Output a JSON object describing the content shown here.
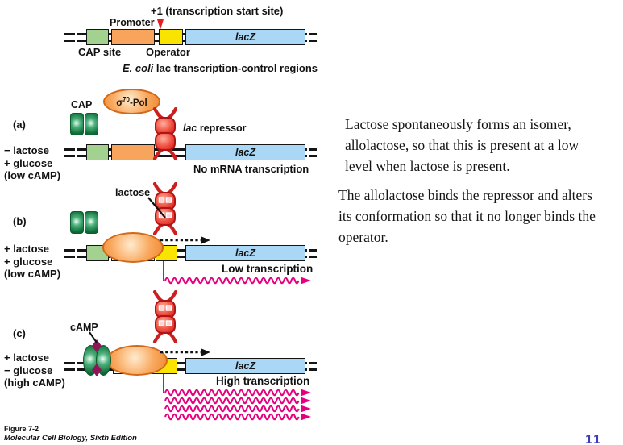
{
  "colors": {
    "cap_site_box": "#a3d18f",
    "promoter_box": "#f9a45c",
    "operator_box": "#f8e400",
    "gene_box": "#a9d7f5",
    "cap_protein": "#13773d",
    "polymerase": "#f79b4a",
    "repressor": "#e53a2e",
    "camp": "#8e1556",
    "mrna": "#e6007e",
    "start_arrow": "#e32020",
    "page_number": "#3b3bbb"
  },
  "top_diagram": {
    "start_site": "+1 (transcription start site)",
    "promoter": "Promoter",
    "cap_site": "CAP site",
    "operator": "Operator",
    "gene": "lacZ",
    "caption_italic": "E. coli",
    "caption_rest": " lac transcription-control regions"
  },
  "sections": {
    "a": {
      "letter": "(a)",
      "conditions": [
        "− lactose",
        "+ glucose",
        "(low cAMP)"
      ],
      "cap_label": "CAP",
      "sigma": "σ",
      "sigma_exp": "70",
      "sigma_suffix": "-Pol",
      "repressor_italic": "lac",
      "repressor_rest": " repressor",
      "gene": "lacZ",
      "status": "No mRNA transcription"
    },
    "b": {
      "letter": "(b)",
      "conditions": [
        "+ lactose",
        "+ glucose",
        "(low cAMP)"
      ],
      "lactose_label": "lactose",
      "gene": "lacZ",
      "status": "Low transcription",
      "mrna_count": 1
    },
    "c": {
      "letter": "(c)",
      "conditions": [
        "+ lactose",
        "− glucose",
        "(high cAMP)"
      ],
      "camp_label": "cAMP",
      "gene": "lacZ",
      "status": "High transcription",
      "mrna_count": 4
    }
  },
  "right_text": {
    "p1_lines": [
      "Lactose spontaneously forms an isomer,",
      "allolactose, so that this is present at a low",
      "level when lactose is present."
    ],
    "p2_lines": [
      "The allolactose binds the repressor and alters",
      "its conformation so that it no longer binds the",
      "operator."
    ]
  },
  "footer": {
    "figure": "Figure 7-2",
    "book": "Molecular Cell Biology, Sixth Edition",
    "page": "11"
  }
}
